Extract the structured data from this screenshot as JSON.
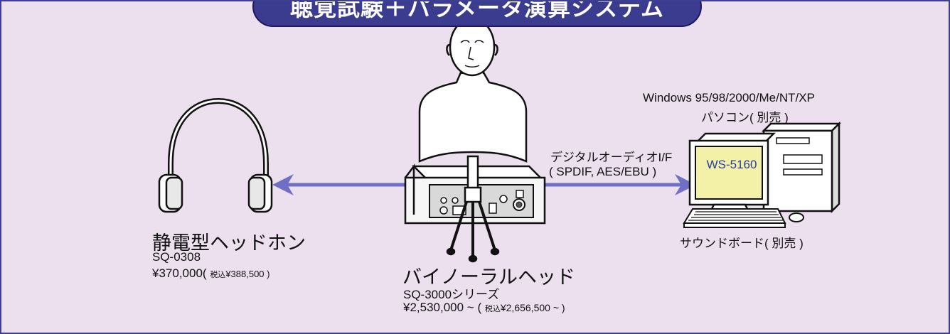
{
  "title": "聴覚試験＋パラメータ演算システム",
  "headphones": {
    "name": "静電型ヘッドホン",
    "model": "SQ-0308",
    "price": "¥370,000",
    "tax_prefix": "(",
    "tax_label": "税込",
    "tax_price": "¥388,500 )"
  },
  "binaural_head": {
    "name": "バイノーラルヘッド",
    "model": "SQ-3000シリーズ",
    "price": "¥2,530,000 ~ (",
    "tax_label": "税込",
    "tax_price": "¥2,656,500 ~ )"
  },
  "interface": {
    "line1": "デジタルオーディオI/F",
    "line2": "( SPDIF, AES/EBU )"
  },
  "pc": {
    "os": "Windows 95/98/2000/Me/NT/XP",
    "note": "パソコン( 別売 )",
    "screen_text": "WS-5160"
  },
  "sound_board": "サウンドボード( 別売 )",
  "colors": {
    "background": "#ece0ee",
    "banner": "#3b3b8f",
    "arrow": "#6f6fc6",
    "screen": "#f3f0a8"
  },
  "icons": [
    "headphones-icon",
    "binaural-head-icon",
    "audio-interface-icon",
    "tripod-icon",
    "computer-icon",
    "keyboard-icon",
    "mouse-icon"
  ]
}
